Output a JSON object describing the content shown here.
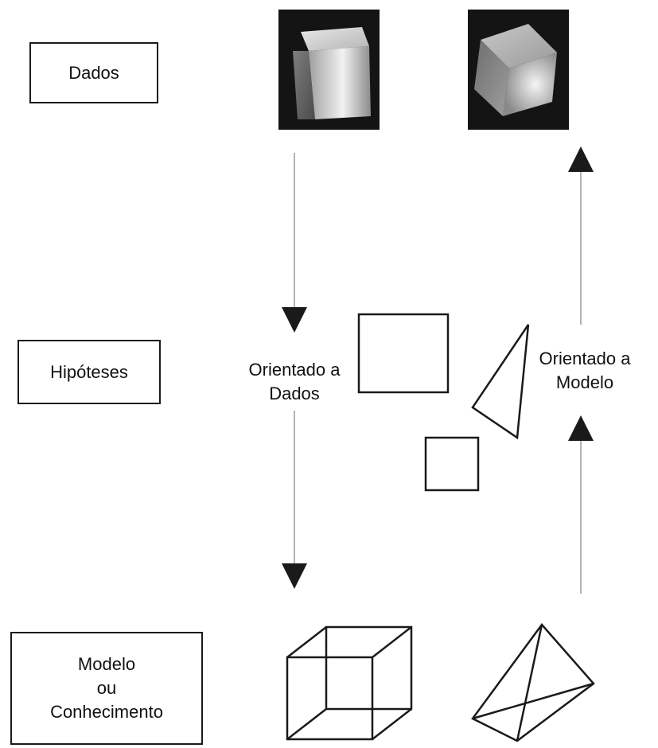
{
  "levels": {
    "dados": "Dados",
    "hipoteses": "Hipóteses",
    "modelo": [
      "Modelo",
      "ou",
      "Conhecimento"
    ]
  },
  "annotations": {
    "data_driven": [
      "Orientado a",
      "Dados"
    ],
    "model_driven": [
      "Orientado a",
      "Modelo"
    ]
  },
  "colors": {
    "line": "#1a1a1a",
    "arrow_line": "#9a9a9a",
    "image_bg": "#141414"
  }
}
